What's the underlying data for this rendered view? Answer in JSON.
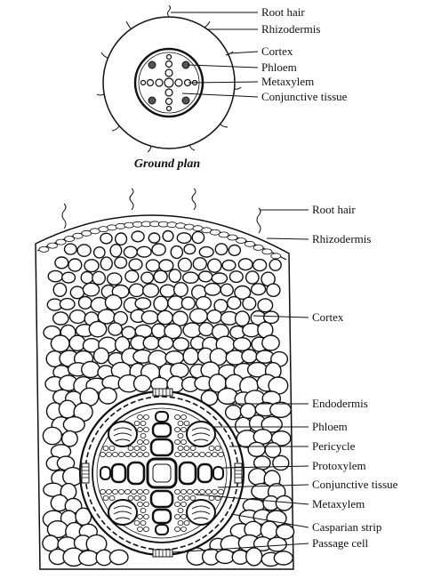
{
  "ground_plan": {
    "caption": "Ground plan",
    "labels": [
      {
        "key": "root_hair",
        "text": "Root hair"
      },
      {
        "key": "rhizodermis",
        "text": "Rhizodermis"
      },
      {
        "key": "cortex",
        "text": "Cortex"
      },
      {
        "key": "phloem",
        "text": "Phloem"
      },
      {
        "key": "metaxylem",
        "text": "Metaxylem"
      },
      {
        "key": "conjunctive_tissue",
        "text": "Conjunctive tissue"
      }
    ]
  },
  "detailed_section": {
    "labels": [
      {
        "key": "root_hair",
        "text": "Root hair"
      },
      {
        "key": "rhizodermis",
        "text": "Rhizodermis"
      },
      {
        "key": "cortex",
        "text": "Cortex"
      },
      {
        "key": "endodermis",
        "text": "Endodermis"
      },
      {
        "key": "phloem",
        "text": "Phloem"
      },
      {
        "key": "pericycle",
        "text": "Pericycle"
      },
      {
        "key": "protoxylem",
        "text": "Protoxylem"
      },
      {
        "key": "conjunctive_tissue",
        "text": "Conjunctive tissue"
      },
      {
        "key": "metaxylem",
        "text": "Metaxylem"
      },
      {
        "key": "casparian_strip",
        "text": "Casparian strip"
      },
      {
        "key": "passage_cell",
        "text": "Passage cell"
      }
    ]
  }
}
